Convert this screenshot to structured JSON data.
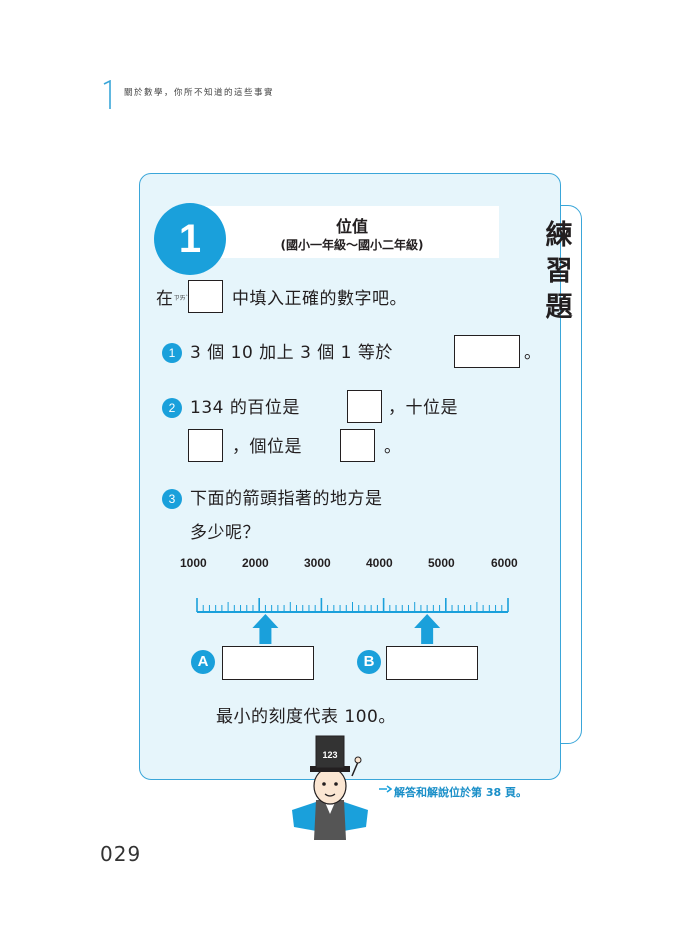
{
  "header": {
    "chapter_number": "1",
    "running_head": "關於數學，你所不知道的這些事實"
  },
  "page_number": "029",
  "side_tab": {
    "label": "練習題"
  },
  "exercise": {
    "number": "1",
    "title": "位值",
    "subtitle": "(國小一年級～國小二年級)",
    "instruction": [
      "在",
      "中填入正確的數字吧。"
    ],
    "q1": {
      "num": "1",
      "text": [
        "3 個 10 加上 3 個 1 等於",
        "。"
      ]
    },
    "q2": {
      "num": "2",
      "text": [
        "134 的百位是",
        "，十位是",
        "，個位是",
        "。"
      ]
    },
    "q3": {
      "num": "3",
      "line1": "下面的箭頭指著的地方是",
      "line2": "多少呢？"
    },
    "scale": {
      "labels": [
        "1000",
        "2000",
        "3000",
        "4000",
        "5000",
        "6000"
      ],
      "min": 1000,
      "max": 6000,
      "minor_step": 100,
      "arrows": [
        {
          "label": "A",
          "value": 2100
        },
        {
          "label": "B",
          "value": 4700
        }
      ],
      "note": "最小的刻度代表 100。"
    },
    "answer_ref": "解答和解說位於第 38 頁。"
  },
  "mascot": {
    "hat_text": "123"
  },
  "colors": {
    "accent": "#1aa0db",
    "panel_bg": "#e6f5fb",
    "border": "#3aa6d9"
  }
}
